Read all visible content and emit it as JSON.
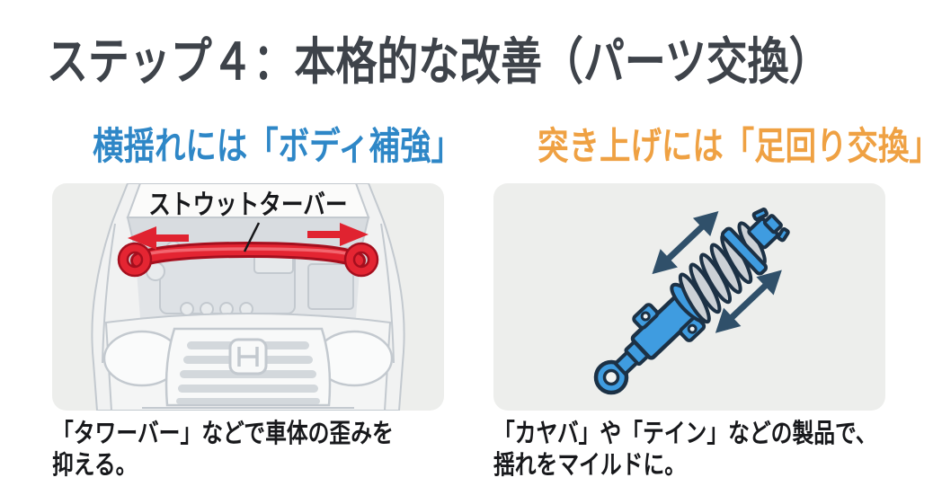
{
  "title": "ステップ４：本格的な改善（パーツ交換）",
  "accent_colors": {
    "left_heading_blue": "#2e87c7",
    "right_heading_orange": "#efa143",
    "strut_bar_red": "#e42532",
    "shock_absorber_blue": "#3f9ce0",
    "panel_background": "#edeeec",
    "title_text": "#3e434a"
  },
  "left_section": {
    "heading": "横揺れには「ボディ補強」",
    "illustration": "car-engine-bay-front-view-with-red-strut-tower-bar",
    "part_label": "ストウットターバー",
    "caption_line1": "「タワーバー」などで車体の歪みを",
    "caption_line2": "抑える。"
  },
  "right_section": {
    "heading": "突き上げには「足回り交換」",
    "illustration": "blue-coilover-shock-absorber-with-stroke-direction-arrows",
    "caption_line1": "「カヤバ」や「テイン」などの製品で、",
    "caption_line2": "揺れをマイルドに。"
  }
}
